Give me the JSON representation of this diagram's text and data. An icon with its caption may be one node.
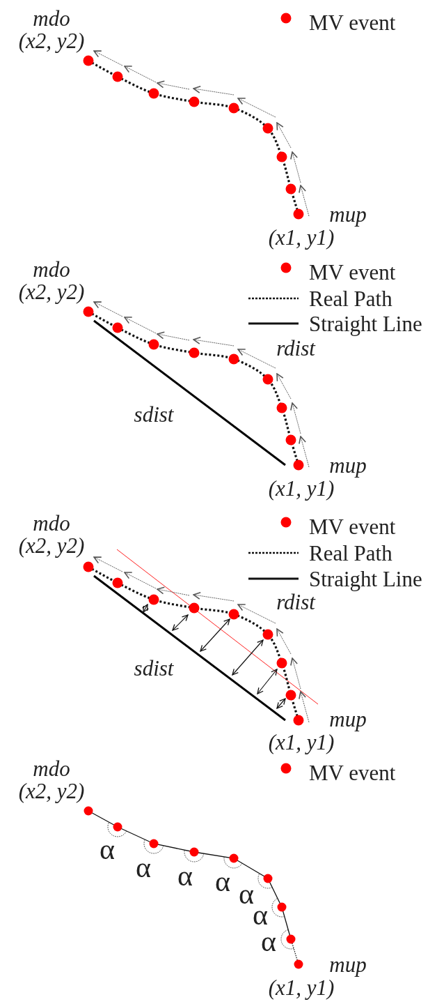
{
  "diagram": {
    "labels": [
      "mdo",
      "(x2, y2)",
      "mup",
      "(x1, y1)",
      "mdo",
      "(x2, y2)",
      "rdist",
      "sdist",
      "mup",
      "(x1, y1)",
      "mdo",
      "(x2, y2)",
      "rdist",
      "sdist",
      "mup",
      "(x1, y1)",
      "mdo",
      "(x2, y2)",
      "α",
      "α",
      "α",
      "α",
      "α",
      "α",
      "α",
      "mup",
      "(x1, y1)"
    ],
    "legend": [
      {
        "text": "MV event",
        "color": "#ff0000"
      },
      {
        "text": "MV event",
        "color": "#ff0000"
      },
      {
        "text": "Real Path"
      },
      {
        "text": "Straight Line"
      },
      {
        "text": "MV event",
        "color": "#ff0000"
      },
      {
        "text": "Real Path"
      },
      {
        "text": "Straight Line"
      },
      {
        "text": "MV event",
        "color": "#ff0000"
      }
    ]
  }
}
